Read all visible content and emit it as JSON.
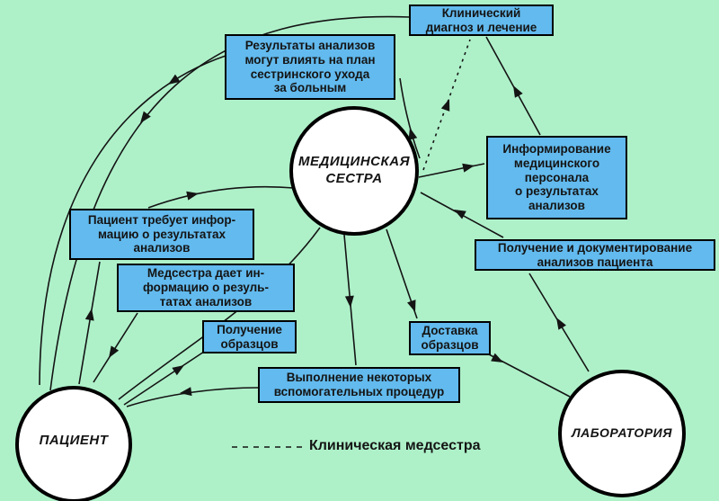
{
  "diagram": {
    "colors": {
      "background": "#aef1c9",
      "node_fill": "#62baee",
      "line": "#141414"
    },
    "nodes": {
      "clinical_diagnosis": [
        "Клинический",
        "диагноз и лечение"
      ],
      "results_influence": [
        "Результаты анализов",
        "могут влиять на план",
        "сестринского ухода",
        "за больным"
      ],
      "inform_staff": [
        "Информирование",
        "медицинского",
        "персонала",
        "о результатах",
        "анализов"
      ],
      "receive_document": [
        "Получение и документирование",
        "анализов пациента"
      ],
      "patient_requests": [
        "Пациент требует инфор-",
        "мацию о результатах",
        "анализов"
      ],
      "nurse_gives": [
        "Медсестра дает ин-",
        "формацию о резуль-",
        "татах анализов"
      ],
      "obtain_samples": [
        "Получение",
        "образцов"
      ],
      "deliver_samples": [
        "Доставка",
        "образцов"
      ],
      "aux_procedures": [
        "Выполнение некоторых",
        "вспомогательных процедур"
      ]
    },
    "actors": {
      "nurse": [
        "МЕДИЦИНСКАЯ",
        "СЕСТРА"
      ],
      "patient": "ПАЦИЕНТ",
      "lab": "ЛАБОРАТОРИЯ"
    },
    "legend": {
      "dashed_label": "Клиническая медсестра"
    }
  }
}
